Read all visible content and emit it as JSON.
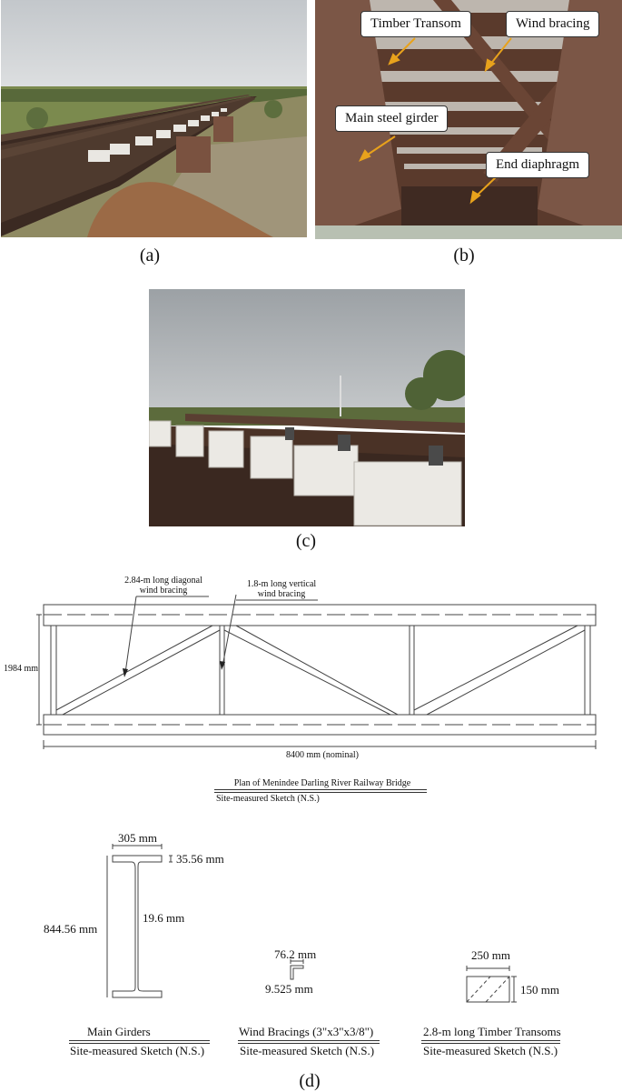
{
  "panels": {
    "a": {
      "caption": "(a)"
    },
    "b": {
      "caption": "(b)",
      "callouts": {
        "timber_transom": "Timber Transom",
        "wind_bracing": "Wind bracing",
        "main_girder": "Main steel girder",
        "end_diaphragm": "End diaphragm"
      }
    },
    "c": {
      "caption": "(c)"
    },
    "d": {
      "caption": "(d)"
    }
  },
  "plan": {
    "diagonal_label_line1": "2.84-m long diagonal",
    "diagonal_label_line2": "wind bracing",
    "vertical_label_line1": "1.8-m long vertical",
    "vertical_label_line2": "wind bracing",
    "height_dim": "1984 mm",
    "length_dim": "8400 mm (nominal)",
    "title": "Plan of Menindee Darling River Railway Bridge",
    "subtitle": "Site-measured Sketch (N.S.)"
  },
  "sections": {
    "girder": {
      "flange_width": "305 mm",
      "flange_thickness": "35.56 mm",
      "web_thickness": "19.6 mm",
      "depth": "844.56 mm",
      "title": "Main Girders",
      "subtitle": "Site-measured Sketch (N.S.)"
    },
    "bracing": {
      "leg": "76.2 mm",
      "thickness": "9.525 mm",
      "title": "Wind Bracings (3\"x3\"x3/8\")",
      "subtitle": "Site-measured Sketch (N.S.)"
    },
    "transom": {
      "width": "250 mm",
      "height": "150 mm",
      "title": "2.8-m long Timber Transoms",
      "subtitle": "Site-measured Sketch (N.S.)"
    }
  },
  "colors": {
    "sky": "#b9bec2",
    "rail": "#4a3a30",
    "steel": "#3d2a22",
    "concrete": "#e8e6e2",
    "leader": "#e8a21c"
  }
}
